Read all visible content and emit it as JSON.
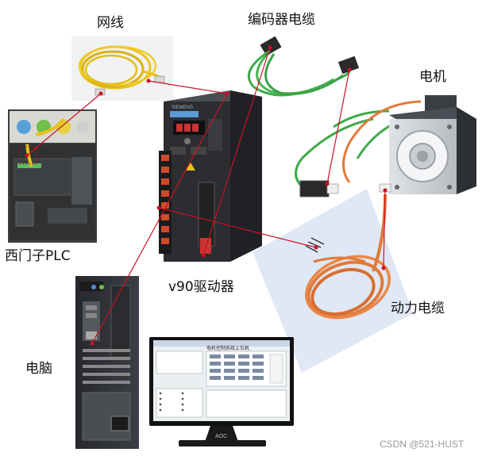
{
  "labels": {
    "network_cable": "网线",
    "encoder_cable": "编码器电缆",
    "motor": "电机",
    "plc": "西门子PLC",
    "drive": "v90驱动器",
    "power_cable": "动力电缆",
    "computer": "电脑"
  },
  "drive": {
    "brand": "SIEMENS"
  },
  "software": {
    "window_title": "电机控制系统上位机"
  },
  "monitor": {
    "brand": "AOC"
  },
  "watermark": "CSDN @521-HUST",
  "colors": {
    "connector_line": "#cc1122",
    "network_cable": "#e8c21a",
    "encoder_cable": "#3faa4a",
    "power_cable": "#e07a3a",
    "drive_body": "#2b2d31",
    "motor_body": "#3a3d42"
  }
}
